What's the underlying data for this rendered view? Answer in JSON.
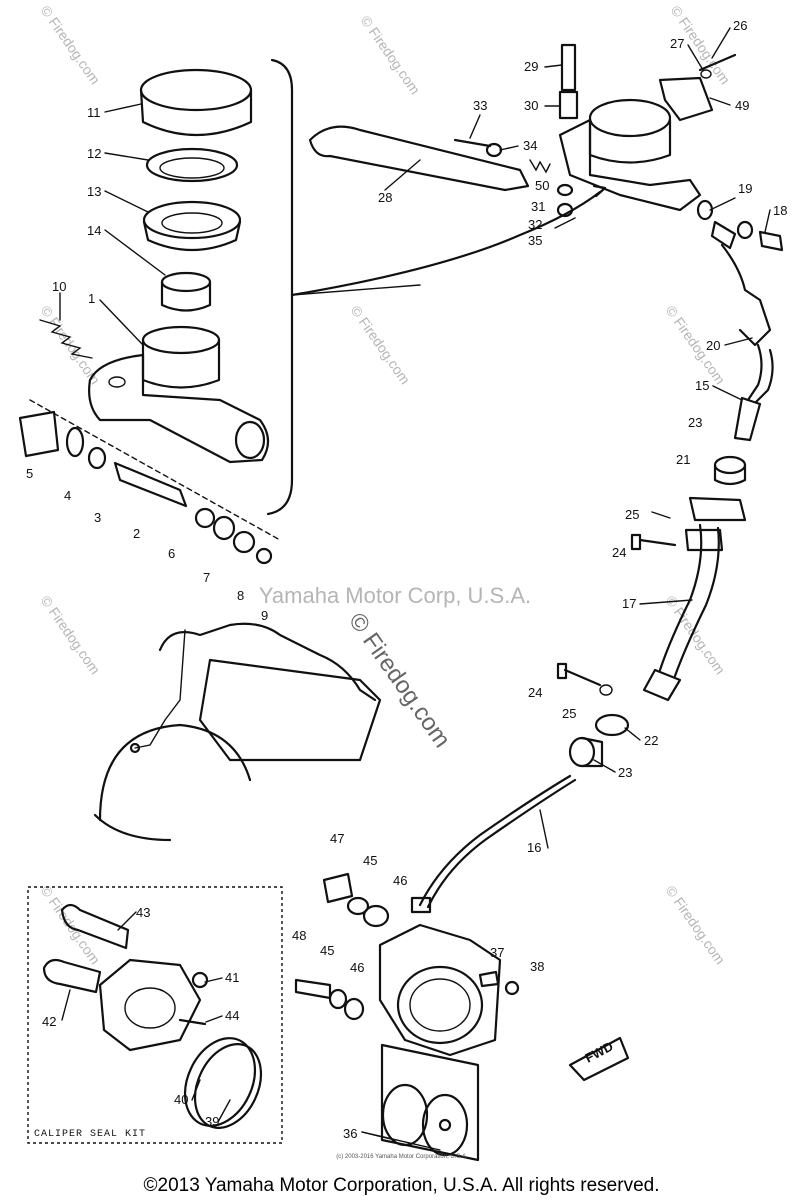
{
  "watermark_center": "Yamaha Motor Corp, U.S.A.",
  "watermark_diag": "© Firedog.com",
  "watermark_small": "© Firedog.com",
  "kit_label": "CALIPER  SEAL  KIT",
  "small_copyright": "(c) 2003-2016 Yamaha Motor Corporation, U.S.A.",
  "footer": "©2013 Yamaha Motor Corporation, U.S.A. All rights reserved.",
  "fwd_label": "FWD",
  "callouts": [
    "1",
    "2",
    "3",
    "4",
    "5",
    "6",
    "7",
    "8",
    "9",
    "10",
    "11",
    "12",
    "13",
    "14",
    "15",
    "16",
    "17",
    "18",
    "19",
    "20",
    "21",
    "22",
    "23",
    "23",
    "24",
    "24",
    "25",
    "25",
    "26",
    "27",
    "28",
    "29",
    "30",
    "31",
    "32",
    "33",
    "34",
    "35",
    "36",
    "37",
    "38",
    "39",
    "40",
    "41",
    "42",
    "43",
    "44",
    "45",
    "45",
    "46",
    "46",
    "47",
    "48",
    "49",
    "50"
  ]
}
